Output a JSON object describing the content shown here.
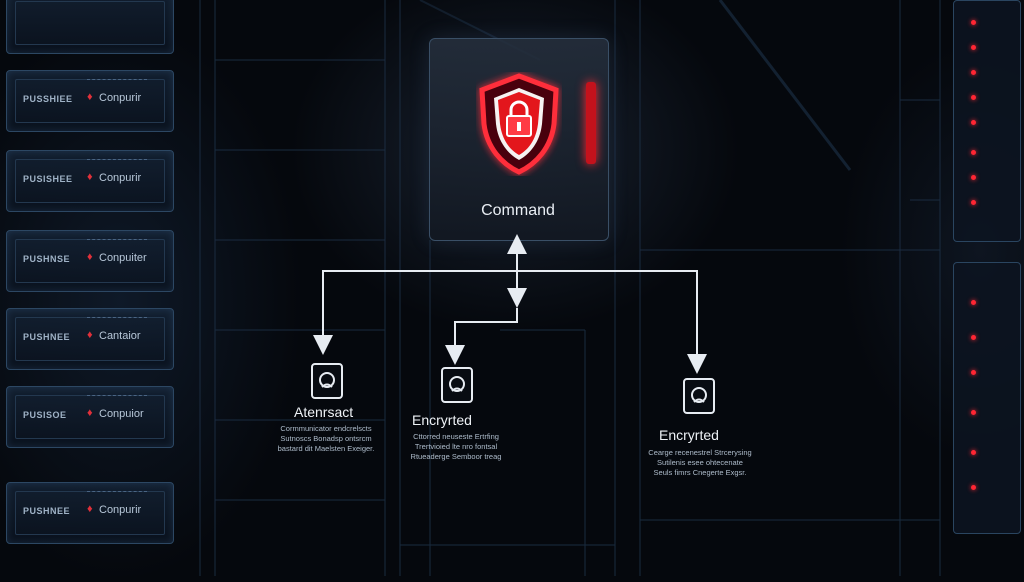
{
  "command": {
    "title": "Command",
    "icon": "shield-lock-icon"
  },
  "nodes": [
    {
      "id": "left",
      "title": "Atenrsact",
      "icon": "device-icon",
      "desc": [
        "Cormmunicator endcrelscts",
        "Sutnoscs Bonadsp ontsrcm",
        "bastard dit Maelsten Exeiger."
      ]
    },
    {
      "id": "middle",
      "title": "Encryrted",
      "icon": "device-icon",
      "desc": [
        "Cttorred neuseste Ertrfing",
        "Trertvioied lte nro fontsal",
        "Rtueaderge Semboor treag"
      ]
    },
    {
      "id": "right",
      "title": "Encryrted",
      "icon": "device-icon",
      "desc": [
        "Cearge recenestrel Strcerysing",
        "Sutilenis esee ohtecenate",
        "Seuls fimrs Cnegerte Exgsr."
      ]
    }
  ],
  "rack_left": [
    {
      "tag": "",
      "label": ""
    },
    {
      "tag": "PUSSHIEE",
      "label": "Conpurir"
    },
    {
      "tag": "PUSISHEE",
      "label": "Conpurir"
    },
    {
      "tag": "PUSHNSE",
      "label": "Conpuiter"
    },
    {
      "tag": "PUSHNEE",
      "label": "Cantaior"
    },
    {
      "tag": "PUSISOE",
      "label": "Conpuior"
    },
    {
      "tag": "PUSHNEE",
      "label": "Conpurir"
    }
  ],
  "colors": {
    "accent_red": "#ff2633",
    "line": "#e7ecf2",
    "rack_border": "#2c4763"
  }
}
